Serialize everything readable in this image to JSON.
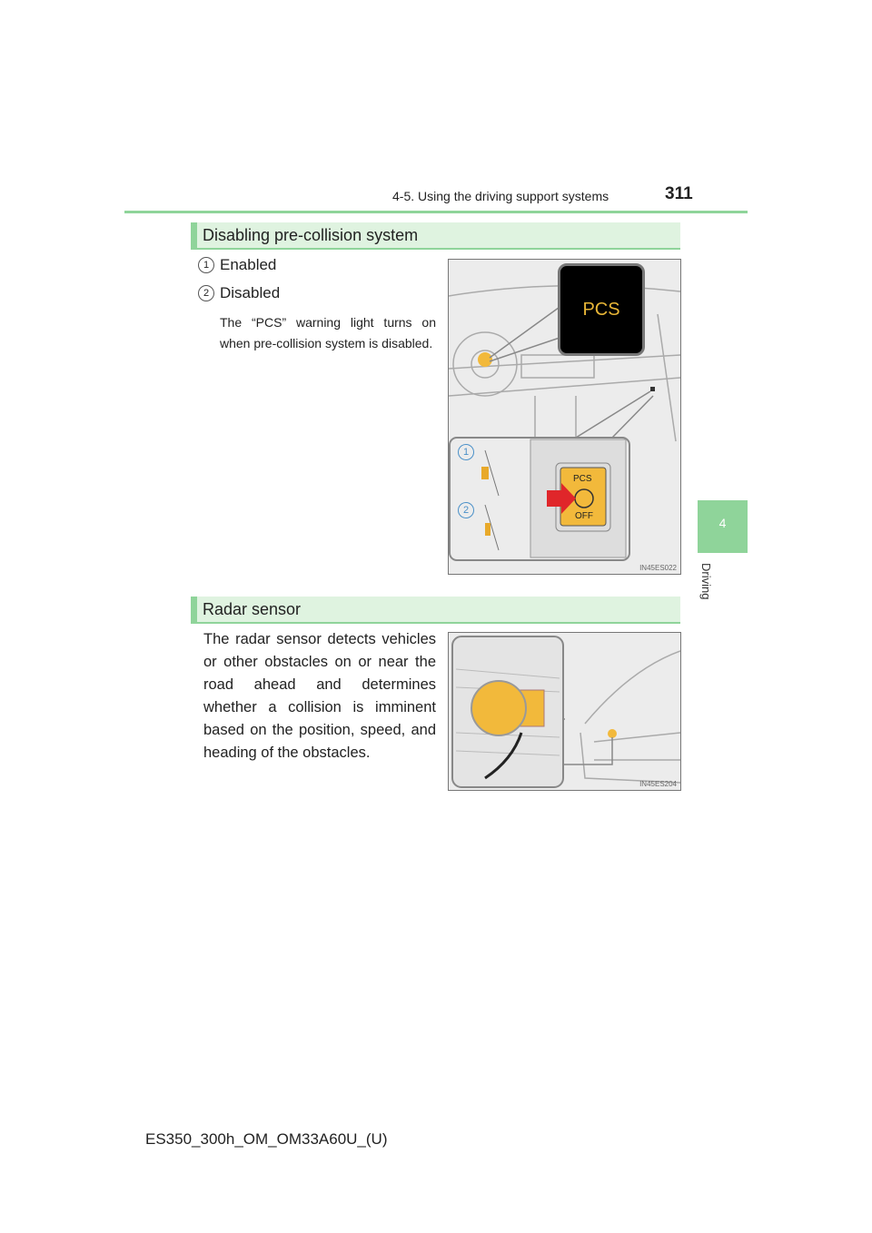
{
  "header": {
    "section": "4-5. Using the driving support systems",
    "page": "311"
  },
  "side_tab": {
    "number": "4",
    "label": "Driving"
  },
  "section1": {
    "title": "Disabling pre-collision system",
    "items": [
      {
        "num": "1",
        "label": "Enabled"
      },
      {
        "num": "2",
        "label": "Disabled"
      }
    ],
    "note": "The “PCS” warning light turns on when pre-collision system is disabled.",
    "figure": {
      "indicator": "PCS",
      "switch_top": "PCS",
      "switch_bottom": "OFF",
      "callouts": [
        "1",
        "2"
      ],
      "code": "IN45ES022"
    }
  },
  "section2": {
    "title": "Radar sensor",
    "body": "The radar sensor detects vehicles or other obstacles on or near the road ahead and determines whether a collision is imminent based on the position, speed, and heading of the obstacles.",
    "figure": {
      "code": "IN45ES204"
    }
  },
  "footer": "ES350_300h_OM_OM33A60U_(U)"
}
